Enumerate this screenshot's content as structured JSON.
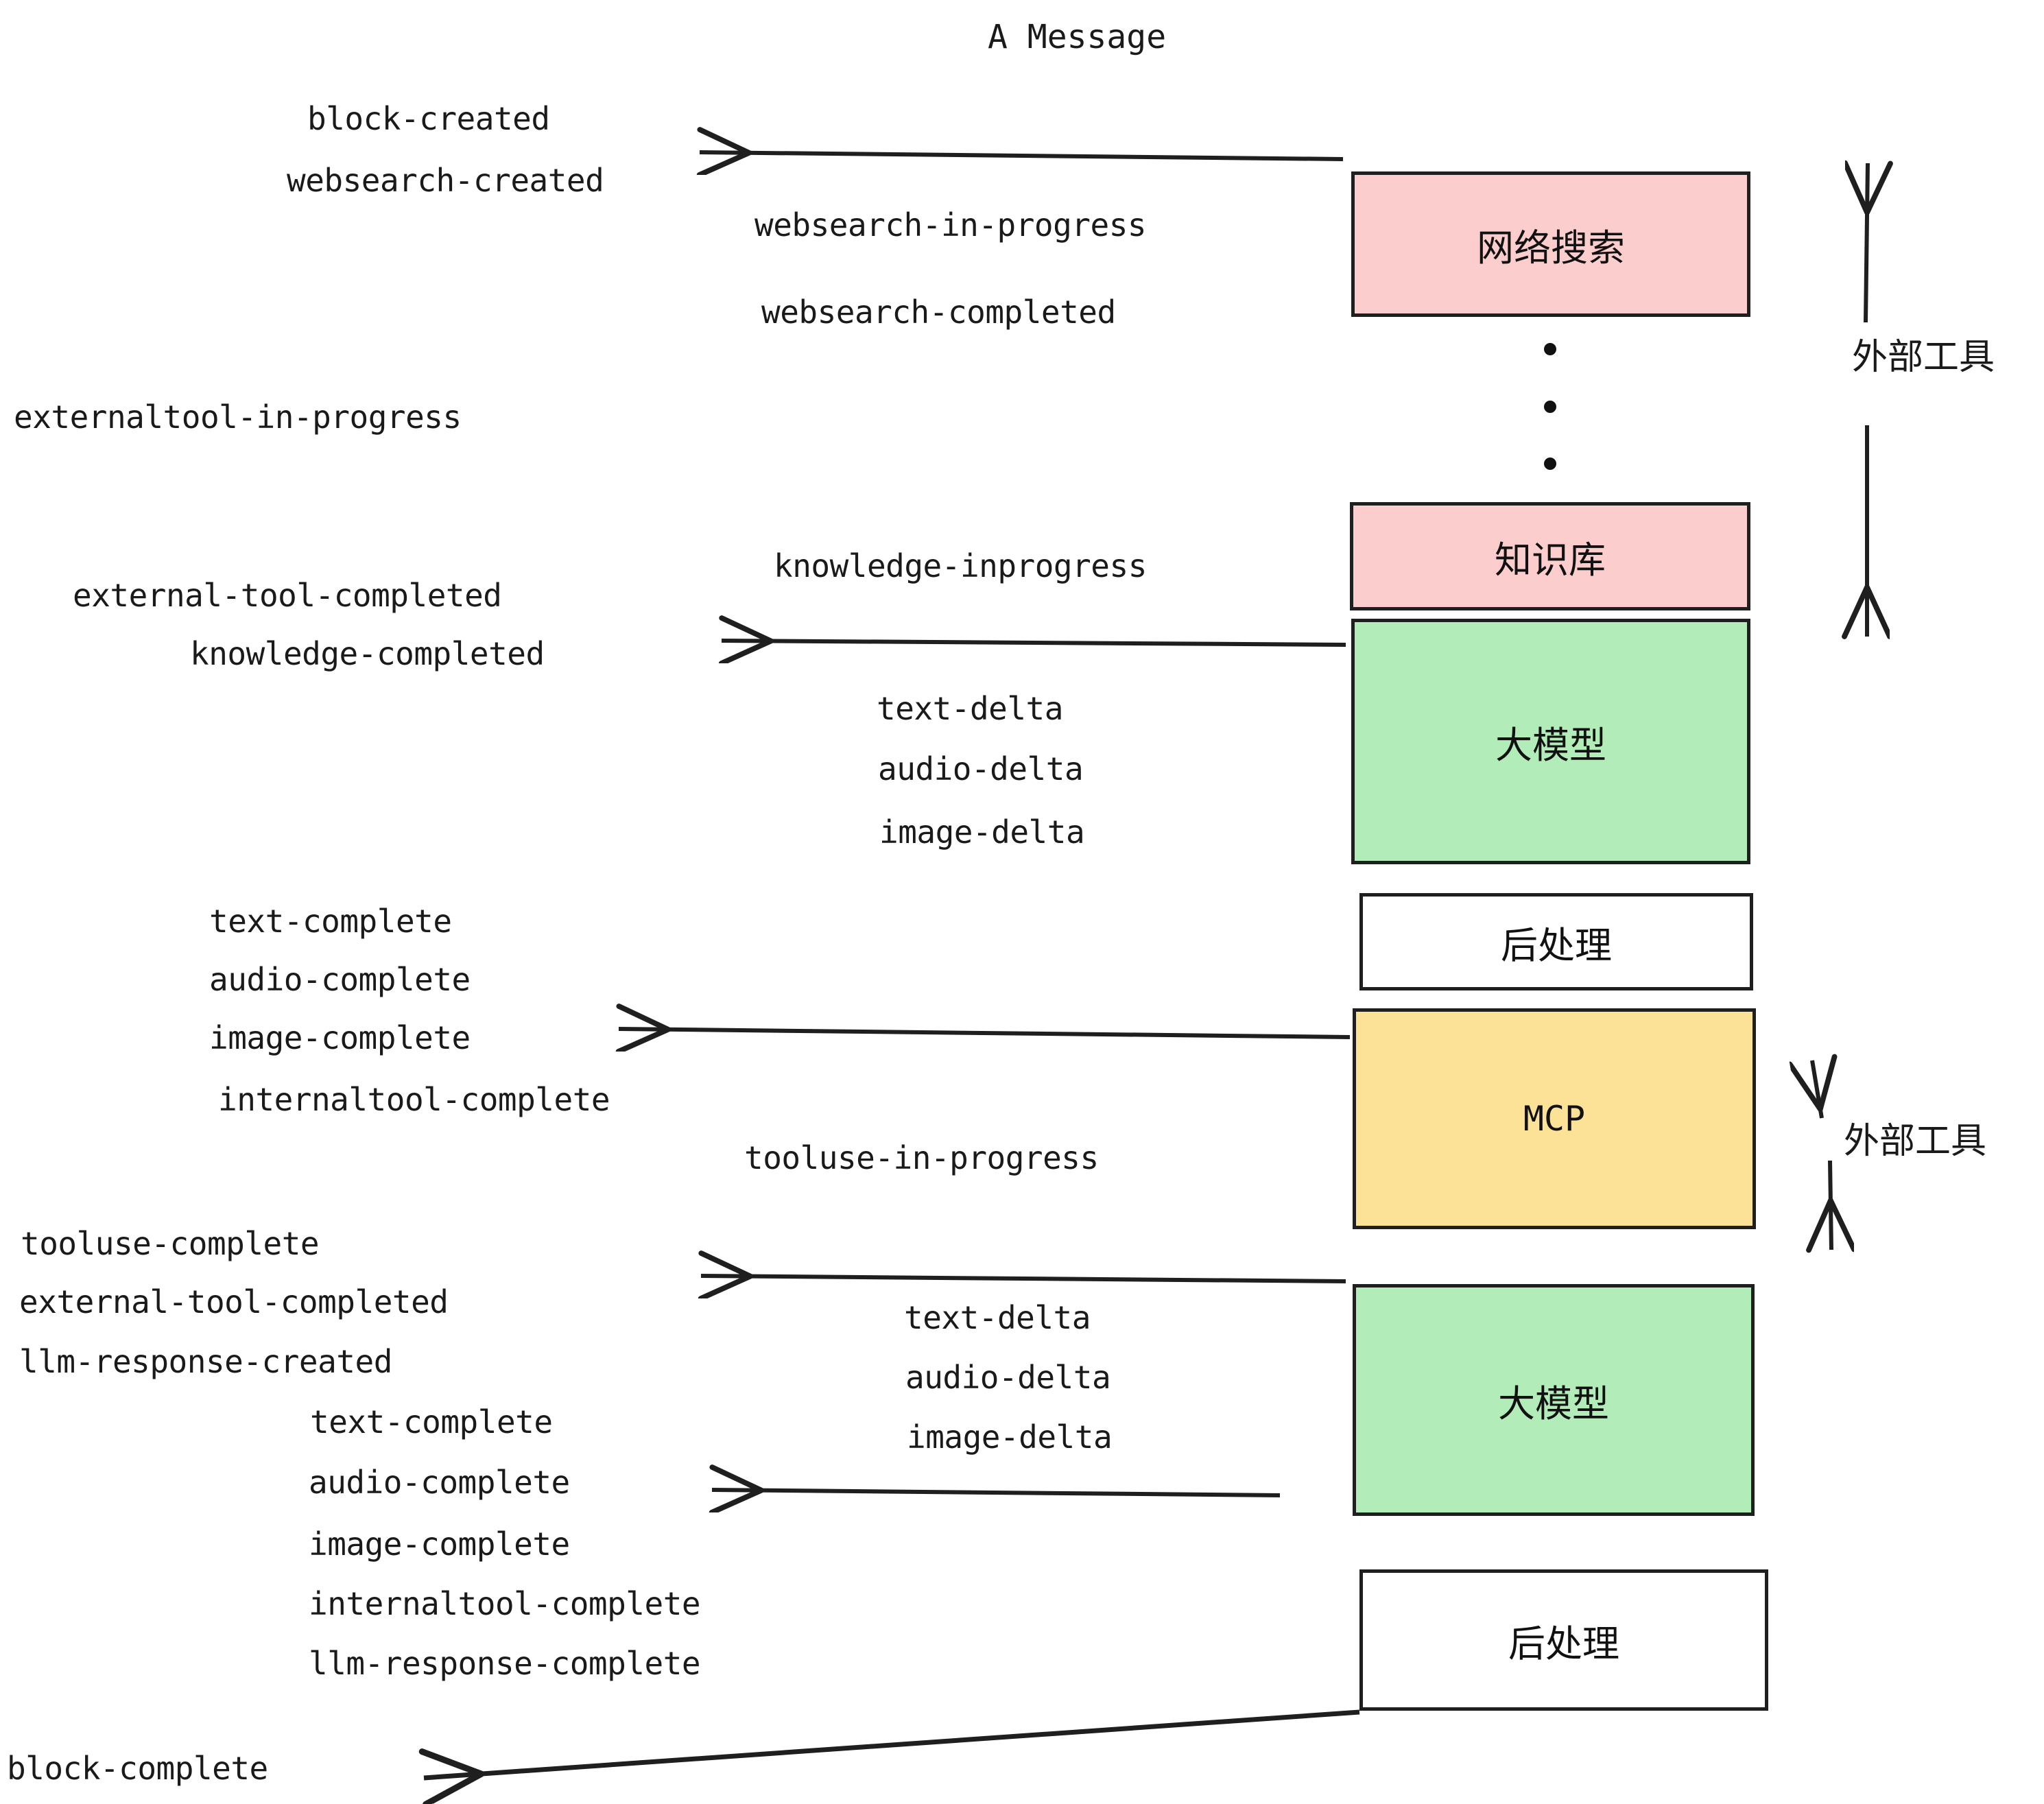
{
  "title": "A Message",
  "events": {
    "block_created": "block-created",
    "websearch_created": "websearch-created",
    "websearch_in_progress": "websearch-in-progress",
    "websearch_completed": "websearch-completed",
    "externaltool_in_progress": "externaltool-in-progress",
    "knowledge_inprogress": "knowledge-inprogress",
    "external_tool_completed_1": "external-tool-completed",
    "knowledge_completed": "knowledge-completed",
    "text_delta_1": "text-delta",
    "audio_delta_1": "audio-delta",
    "image_delta_1": "image-delta",
    "text_complete_1": "text-complete",
    "audio_complete_1": "audio-complete",
    "image_complete_1": "image-complete",
    "internaltool_complete_1": "internaltool-complete",
    "tooluse_in_progress": "tooluse-in-progress",
    "tooluse_complete": "tooluse-complete",
    "external_tool_completed_2": "external-tool-completed",
    "llm_response_created": "llm-response-created",
    "text_delta_2": "text-delta",
    "audio_delta_2": "audio-delta",
    "image_delta_2": "image-delta",
    "text_complete_2": "text-complete",
    "audio_complete_2": "audio-complete",
    "image_complete_2": "image-complete",
    "internaltool_complete_2": "internaltool-complete",
    "llm_response_complete": "llm-response-complete",
    "block_complete": "block-complete"
  },
  "nodes": {
    "websearch": {
      "label": "网络搜索",
      "color": "#fbcdcd"
    },
    "knowledge": {
      "label": "知识库",
      "color": "#fbcdcd"
    },
    "llm_1": {
      "label": "大模型",
      "color": "#b2edb9"
    },
    "postprocess_1": {
      "label": "后处理",
      "color": "#ffffff"
    },
    "mcp": {
      "label": "MCP",
      "color": "#fbe296"
    },
    "llm_2": {
      "label": "大模型",
      "color": "#b2edb9"
    },
    "postprocess_2": {
      "label": "后处理",
      "color": "#ffffff"
    }
  },
  "groups": {
    "external_tools_top": "外部工具",
    "external_tools_bottom": "外部工具"
  },
  "colors": {
    "stroke": "#1f1f1f",
    "text": "#1a1a1a",
    "pink": "#fbcdcd",
    "green": "#b2edb9",
    "yellow": "#fbe296",
    "white": "#ffffff"
  }
}
